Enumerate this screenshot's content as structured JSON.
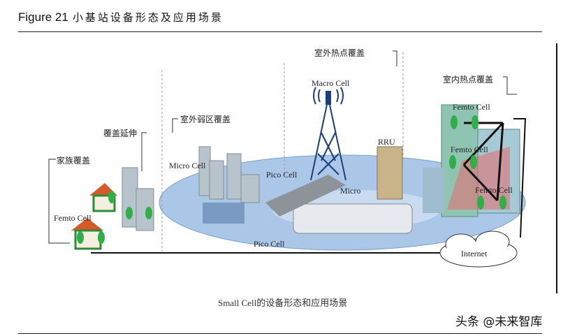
{
  "header": {
    "figure_number": "Figure 21",
    "title": "小基站设备形态及应用场景"
  },
  "diagram": {
    "labels": {
      "outdoor_hotspot": "室外热点覆盖",
      "macro_cell": "Macro Cell",
      "indoor_hotspot": "室内热点覆盖",
      "femto_1": "Femto Cell",
      "femto_2": "Femto Cell",
      "femto_3": "Femto Cell",
      "rru": "RRU",
      "micro": "Micro",
      "outdoor_weak": "室外弱区覆盖",
      "micro_cell": "Micro Cell",
      "pico_1": "Pico Cell",
      "pico_2": "Pico Cell",
      "coverage_ext": "覆盖延伸",
      "home": "家族覆盖",
      "femto_home": "Femto Cell",
      "internet": "Internet"
    },
    "caption": "Small Cell的设备形态和应用场景"
  },
  "watermark": "头条 @未来智库",
  "colors": {
    "ground": "#a9c6e6",
    "green": "#2fae4a",
    "building": "#9fb8c8",
    "red_zone": "#e86a6a"
  }
}
